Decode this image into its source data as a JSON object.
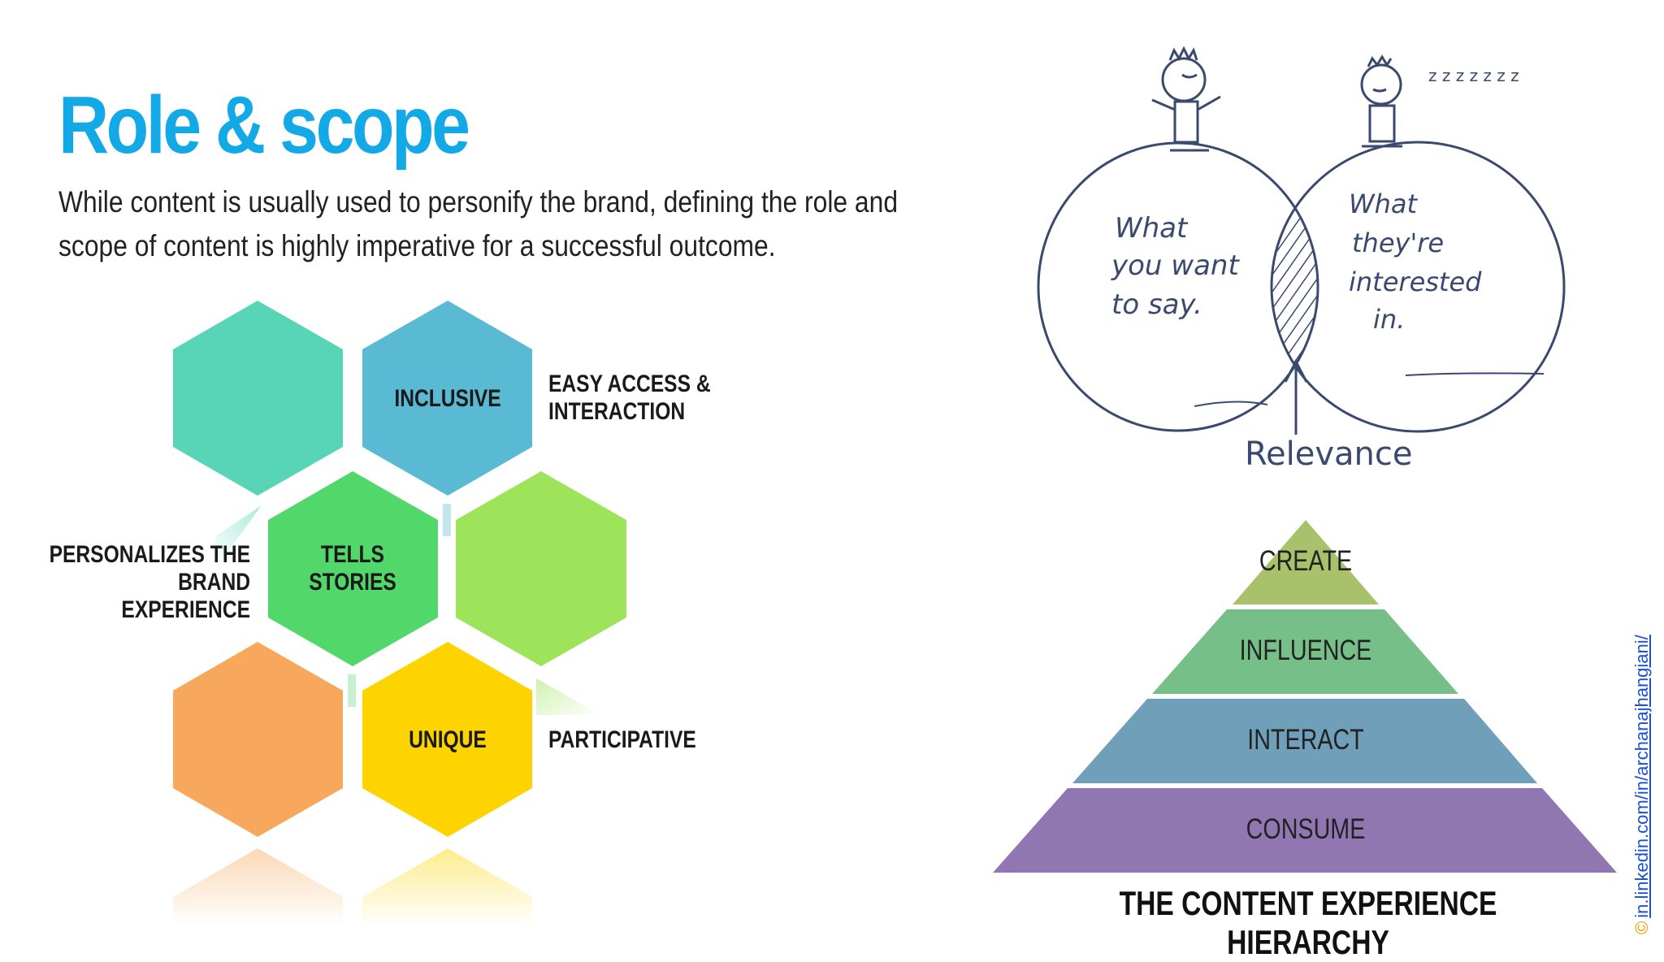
{
  "slide": {
    "title": "Role & scope",
    "subtitle": "While content is usually used to personify the brand, defining the role and scope of content is highly imperative for a successful outcome."
  },
  "hexagons": {
    "inclusive": "INCLUSIVE",
    "tells_stories": "TELLS\nSTORIES",
    "unique": "UNIQUE"
  },
  "side_labels": {
    "easy_access": "EASY ACCESS &\nINTERACTION",
    "personalizes": "PERSONALIZES THE\nBRAND EXPERIENCE",
    "participative": "PARTICIPATIVE"
  },
  "cartoon": {
    "left_text": "What you want to say.",
    "right_text": "What they're interested in.",
    "arrow_label": "Relevance",
    "snore": "z z z z z z z"
  },
  "pyramid": {
    "levels": [
      "CREATE",
      "INFLUENCE",
      "INTERACT",
      "CONSUME"
    ],
    "title": "THE CONTENT EXPERIENCE HIERARCHY"
  },
  "credit": {
    "symbol": "©",
    "link_text": "in.linkedin.com/in/archanajhangiani/"
  },
  "colors": {
    "title_blue": "#12a9e6",
    "hex_teal": "#57d5b6",
    "hex_blue": "#5bbad3",
    "hex_green": "#52d86a",
    "hex_lime": "#9ee45a",
    "hex_orange": "#f7a85c",
    "hex_yellow": "#fdd400",
    "pyr_create": "#a8c16a",
    "pyr_influence": "#76bf89",
    "pyr_interact": "#6f9fb9",
    "pyr_consume": "#9177b1"
  }
}
